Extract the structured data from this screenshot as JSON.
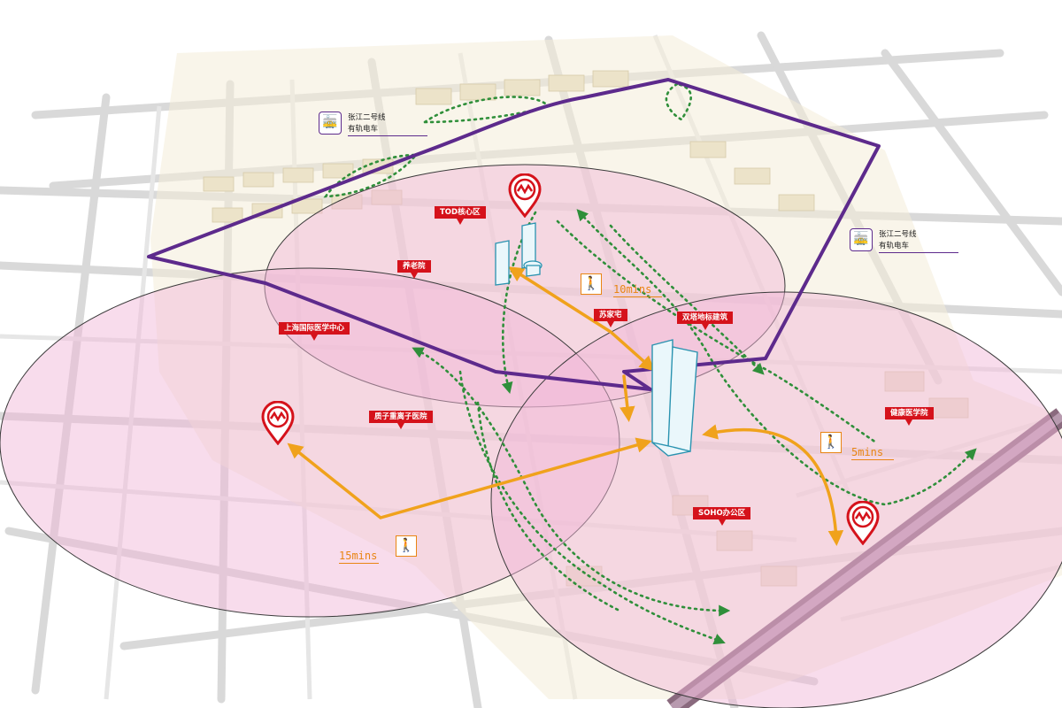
{
  "labels": {
    "tod_core": "TOD核心区",
    "elderly_home": "养老院",
    "sujiazhai": "苏家宅",
    "twin_tower": "双塔地标建筑",
    "medical_center": "上海国际医学中心",
    "proton_hospital": "质子重离子医院",
    "health_college": "健康医学院",
    "soho": "SOHO办公区"
  },
  "tram_lines": {
    "northwest": {
      "line1": "张江二号线",
      "line2": "有轨电车"
    },
    "east": {
      "line1": "张江二号线",
      "line2": "有轨电车"
    }
  },
  "walking_times": {
    "north": "10mins",
    "east": "5mins",
    "west": "15mins"
  },
  "icons": {
    "tram": "tram-icon",
    "metro": "metro-station-pin-icon",
    "walk": "pedestrian-walking-icon"
  },
  "colors": {
    "boundary": "#5d2a8c",
    "radius_fill": "#f0b6d8",
    "walk_route": "#f0a21c",
    "green_corridor": "#2f8f3a",
    "poi_label": "#d5121b"
  }
}
